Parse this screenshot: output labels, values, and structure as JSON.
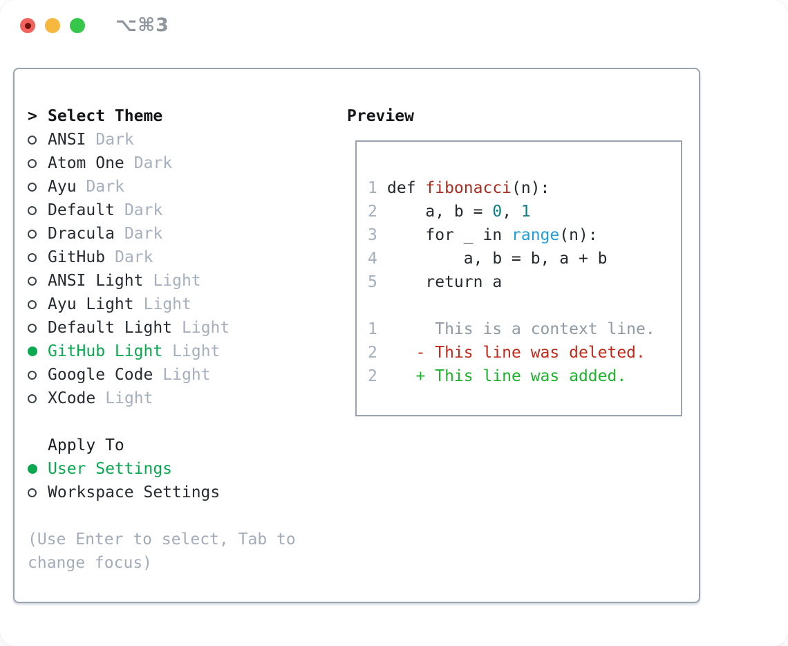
{
  "titlebar": {
    "shortcut_label": "⌥⌘3",
    "colors": {
      "close": "#f2625c",
      "close_dot": "#70100a",
      "minimize": "#f6b83e",
      "zoom": "#36c64a"
    }
  },
  "theme_panel": {
    "prompt": ">",
    "title": "Select Theme",
    "items": [
      {
        "name": "ANSI",
        "variant": "Dark",
        "selected": false
      },
      {
        "name": "Atom One",
        "variant": "Dark",
        "selected": false
      },
      {
        "name": "Ayu",
        "variant": "Dark",
        "selected": false
      },
      {
        "name": "Default",
        "variant": "Dark",
        "selected": false
      },
      {
        "name": "Dracula",
        "variant": "Dark",
        "selected": false
      },
      {
        "name": "GitHub",
        "variant": "Dark",
        "selected": false
      },
      {
        "name": "ANSI Light",
        "variant": "Light",
        "selected": false
      },
      {
        "name": "Ayu Light",
        "variant": "Light",
        "selected": false
      },
      {
        "name": "Default Light",
        "variant": "Light",
        "selected": false
      },
      {
        "name": "GitHub Light",
        "variant": "Light",
        "selected": true
      },
      {
        "name": "Google Code",
        "variant": "Light",
        "selected": false
      },
      {
        "name": "XCode",
        "variant": "Light",
        "selected": false
      }
    ],
    "selected_color": "#0aa84f"
  },
  "apply_panel": {
    "title": "Apply To",
    "options": [
      {
        "label": "User Settings",
        "selected": true
      },
      {
        "label": "Workspace Settings",
        "selected": false
      }
    ]
  },
  "help_text": {
    "line1": "(Use Enter to select, Tab to",
    "line2": "change focus)"
  },
  "preview": {
    "title": "Preview",
    "code_lines": [
      {
        "num": "1",
        "tokens": [
          {
            "text": "def ",
            "style": "text"
          },
          {
            "text": "fibonacci",
            "style": "function"
          },
          {
            "text": "(n):",
            "style": "text"
          }
        ]
      },
      {
        "num": "2",
        "tokens": [
          {
            "text": "    a, b = ",
            "style": "text"
          },
          {
            "text": "0",
            "style": "number"
          },
          {
            "text": ", ",
            "style": "text"
          },
          {
            "text": "1",
            "style": "number"
          }
        ]
      },
      {
        "num": "3",
        "tokens": [
          {
            "text": "    for _ in ",
            "style": "text"
          },
          {
            "text": "range",
            "style": "builtin"
          },
          {
            "text": "(n):",
            "style": "text"
          }
        ]
      },
      {
        "num": "4",
        "tokens": [
          {
            "text": "        a, b = b, a + b",
            "style": "text"
          }
        ]
      },
      {
        "num": "5",
        "tokens": [
          {
            "text": "    return a",
            "style": "text"
          }
        ]
      },
      {
        "num": "1",
        "tokens": [
          {
            "text": "     This is a context line.",
            "style": "diff-context"
          }
        ]
      },
      {
        "num": "2",
        "tokens": [
          {
            "text": "   - This line was deleted.",
            "style": "diff-deleted"
          }
        ]
      },
      {
        "num": "2",
        "tokens": [
          {
            "text": "   + This line was added.",
            "style": "diff-added"
          }
        ]
      }
    ],
    "colors": {
      "text": "#24292e",
      "function": "#a92c1f",
      "number": "#0d7e86",
      "builtin": "#1f9fd6",
      "line_number": "#a4aebc",
      "diff_context": "#8f99a3",
      "diff_deleted": "#c2291a",
      "diff_added": "#1db32c",
      "border": "#99a3af"
    }
  }
}
